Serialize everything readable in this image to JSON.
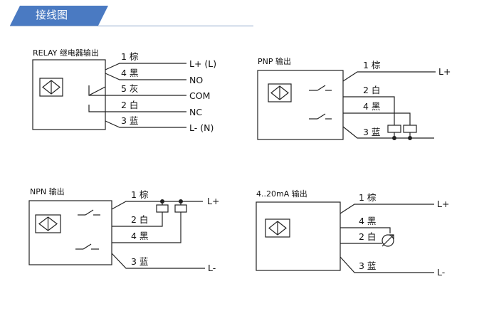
{
  "header": {
    "title": "接线图",
    "accent": "#4a7ac2"
  },
  "relay": {
    "title": "RELAY 继电器输出",
    "wires": [
      "1 棕",
      "4 黑",
      "5 灰",
      "2 白",
      "3 蓝"
    ],
    "terminals": [
      "L+ (L)",
      "NO",
      "COM",
      "NC",
      "L- (N)"
    ]
  },
  "pnp": {
    "title": "PNP 输出",
    "wires": [
      "1 棕",
      "2 白",
      "4 黑",
      "3 蓝"
    ],
    "terminal_plus": "L+"
  },
  "npn": {
    "title": "NPN 输出",
    "wires": [
      "1 棕",
      "2 白",
      "4 黑",
      "3 蓝"
    ],
    "terminal_plus": "L+",
    "terminal_minus": "L-"
  },
  "analog": {
    "title": "4..20mA 输出",
    "wires": [
      "1 棕",
      "4 黑",
      "2 白",
      "3 蓝"
    ],
    "terminal_plus": "L+",
    "terminal_minus": "L-"
  }
}
